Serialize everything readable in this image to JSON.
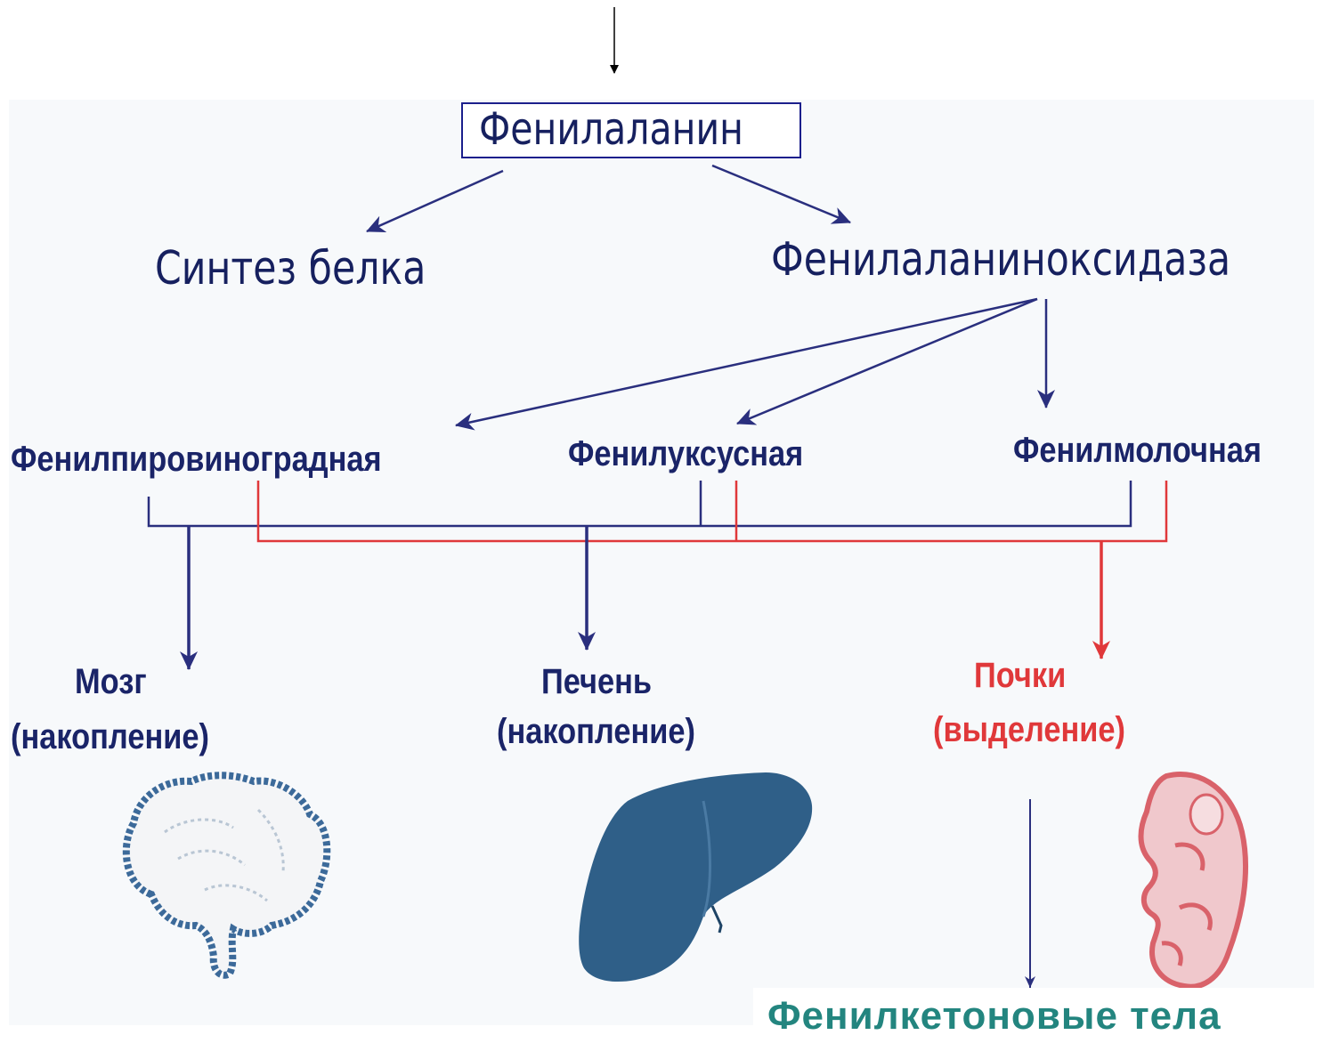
{
  "diagram": {
    "root": "Фенилаланин",
    "protein_synthesis": "Синтез белка",
    "enzyme": "Фенилаланиноксидаза",
    "metabolites": {
      "phenylpyruvic": "Фенилпировиноградная",
      "phenylacetic": "Фенилуксусная",
      "phenyllactic": "Фенилмолочная"
    },
    "organs": {
      "brain": {
        "name": "Мозг",
        "process": "(накопление)"
      },
      "liver": {
        "name": "Печень",
        "process": "(накопление)"
      },
      "kidneys": {
        "name": "Почки",
        "process": "(выделение)"
      }
    },
    "result": "Фенилкетоновые тела"
  },
  "colors": {
    "line_blue": "#2a2f7e",
    "line_red": "#e0383a",
    "text_dark": "#16205f",
    "kidney_text": "#e0383a",
    "result_text": "#23857f",
    "brain": "#3c6a9a",
    "liver": "#2f5f88",
    "kidney": "#d9626a"
  },
  "icons": [
    "brain-icon",
    "liver-icon",
    "kidney-icon"
  ]
}
